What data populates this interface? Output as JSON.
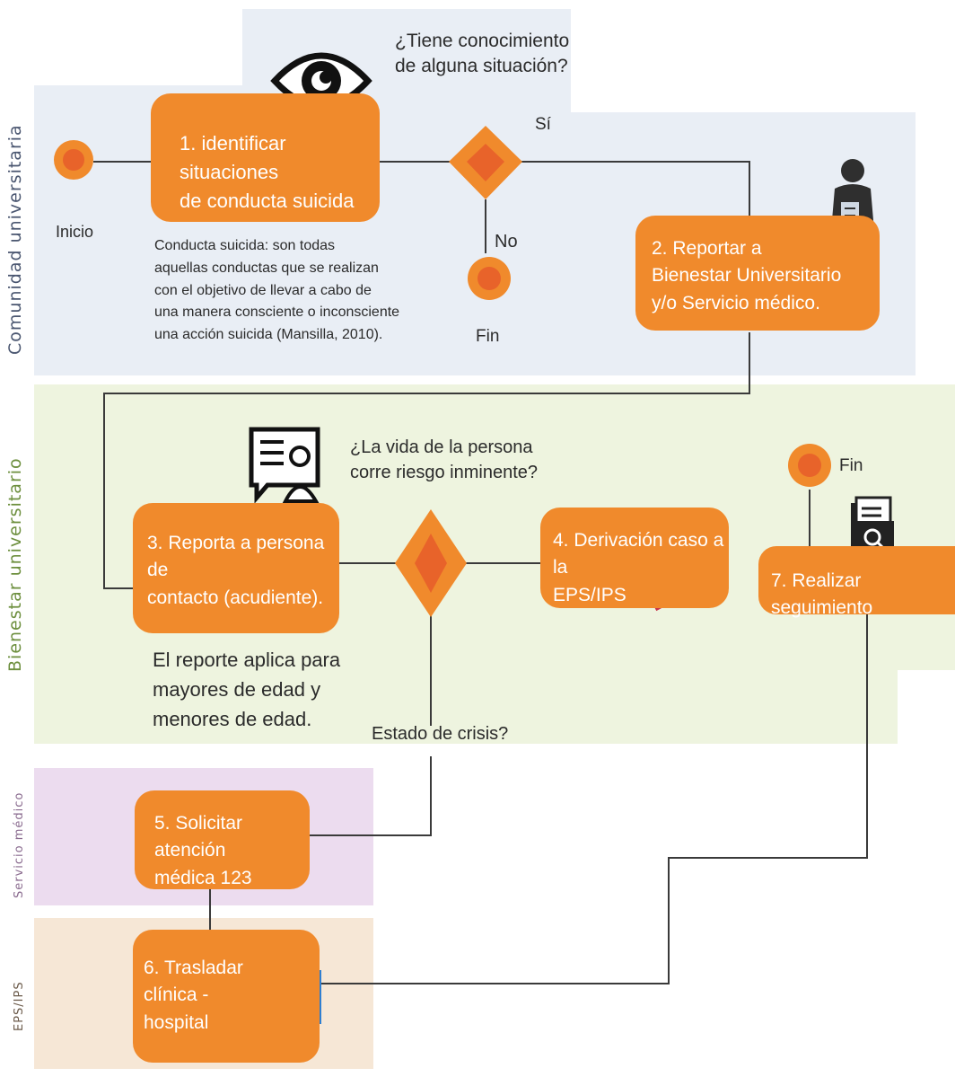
{
  "colors": {
    "orange": "#f08a2c",
    "orange_dark": "#e8632a",
    "line": "#3a3a3a",
    "lane_comunidad": "#e9eef5",
    "lane_bienestar": "#eef4df",
    "lane_servicio": "#ecdcef",
    "lane_eps": "#f6e7d6",
    "label_comunidad": "#4a5670",
    "label_bienestar": "#6d8f3e",
    "label_servicio": "#8a6b8f",
    "label_eps": "#6b5a4a",
    "icon_blue": "#4a9ad8",
    "icon_red": "#e0302c"
  },
  "lanes": {
    "comunidad": "Comunidad universitaria",
    "bienestar": "Bienestar universitario",
    "servicio": "Servicio médico",
    "eps": "EPS/IPS"
  },
  "nodes": {
    "inicio": "Inicio",
    "fin_1": "Fin",
    "fin_2": "Fin",
    "step1": [
      "1. identificar situaciones",
      "de conducta suicida"
    ],
    "step2": [
      "2. Reportar a",
      "Bienestar Universitario",
      "y/o Servicio médico."
    ],
    "step3": [
      "3. Reporta a persona de",
      "contacto (acudiente)."
    ],
    "step4": [
      "4. Derivación caso a la",
      "EPS/IPS"
    ],
    "step5": [
      "5. Solicitar atención",
      "médica 123"
    ],
    "step6": [
      "6. Trasladar",
      "clínica -",
      "hospital"
    ],
    "step7": "7. Realizar seguimiento"
  },
  "decisions": {
    "q1": [
      "¿Tiene conocimiento",
      "de alguna situación?"
    ],
    "q1_yes": "Sí",
    "q1_no": "No",
    "q2": [
      "¿La vida de la persona",
      "corre riesgo inminente?"
    ],
    "q3": "Estado de crisis?"
  },
  "notes": {
    "definition": [
      "Conducta   suicida: son todas",
      "aquellas conductas que se realizan",
      "con el objetivo de llevar a cabo de",
      "una manera consciente o inconsciente",
      "una acción suicida (Mansilla, 2010)."
    ],
    "report_note": [
      "El reporte aplica para",
      "mayores de edad y",
      "menores de edad."
    ]
  },
  "icons": [
    "eye-icon",
    "person-with-document-icon",
    "id-card-chat-icon",
    "medical-report-icon",
    "medical-cross-icon",
    "siren-icon",
    "search-folder-icon",
    "hospital-icon"
  ]
}
